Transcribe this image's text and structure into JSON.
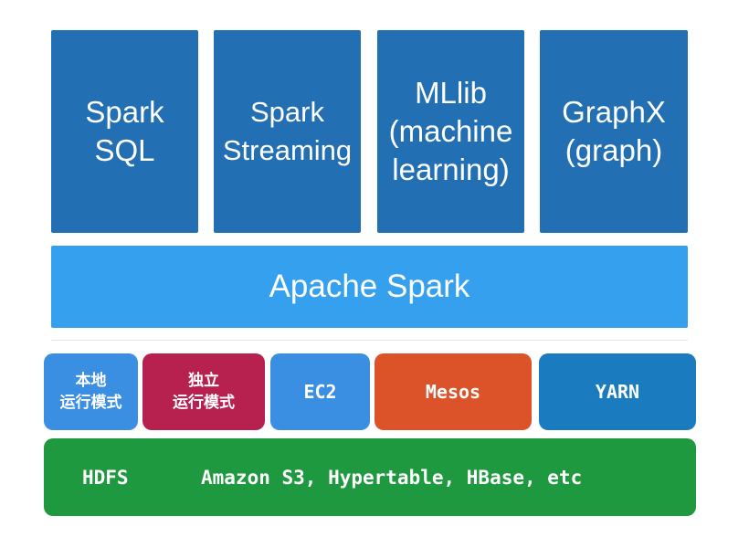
{
  "libraries": {
    "spark_sql": [
      "Spark",
      "SQL"
    ],
    "spark_streaming": [
      "Spark",
      "Streaming"
    ],
    "mllib": [
      "MLlib",
      "(machine",
      "learning)"
    ],
    "graphx": [
      "GraphX",
      "(graph)"
    ]
  },
  "core": {
    "label": "Apache Spark"
  },
  "deploy_modes": {
    "local": [
      "本地",
      "运行模式"
    ],
    "standalone": [
      "独立",
      "运行模式"
    ],
    "ec2": "EC2",
    "mesos": "Mesos",
    "yarn": "YARN"
  },
  "storage": {
    "hdfs": "HDFS",
    "others": "Amazon S3, Hypertable, HBase, etc"
  },
  "colors": {
    "library_block": "#236fb4",
    "core_block": "#35a1ee",
    "local_mode": "#3b8fe3",
    "standalone_mode": "#b7214f",
    "ec2_mode": "#3b8fe3",
    "mesos_mode": "#dd5329",
    "yarn_mode": "#1a7bbf",
    "storage_bar": "#1e9940"
  }
}
